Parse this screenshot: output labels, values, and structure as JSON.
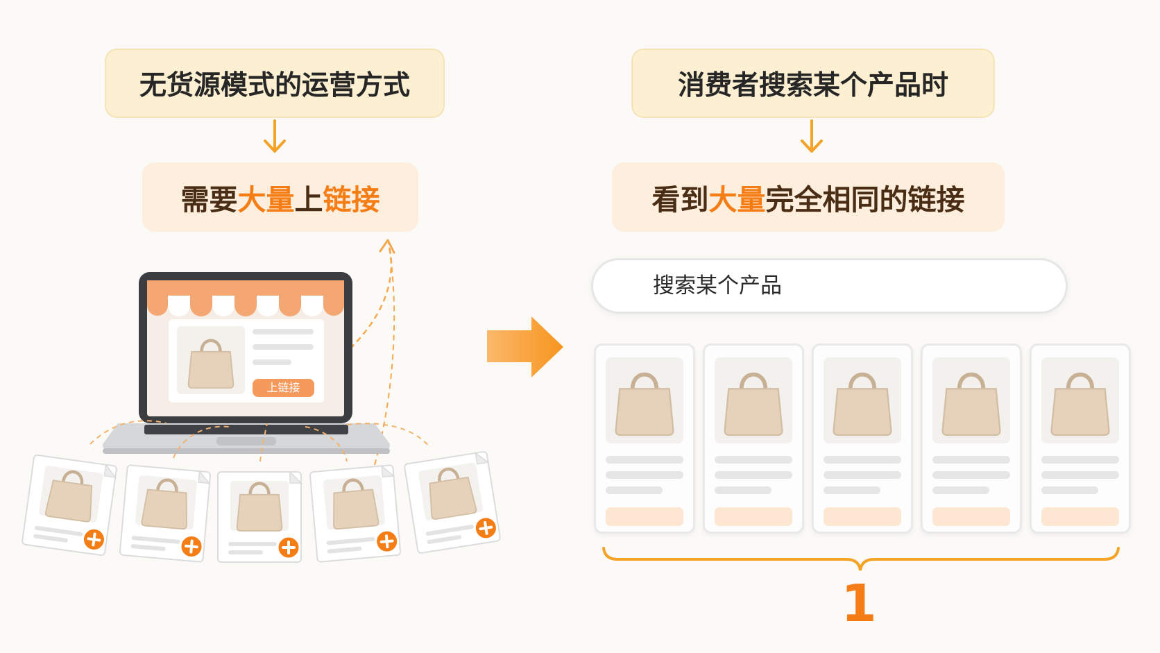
{
  "left": {
    "title": "无货源模式的运营方式",
    "subtitle_parts": [
      "需要",
      "大量",
      "上",
      "链接"
    ],
    "laptop_button": "上链接"
  },
  "right": {
    "title": "消费者搜索某个产品时",
    "subtitle_parts": [
      "看到",
      "大量",
      "完全相同的链接"
    ],
    "search_text": "搜索某个产品",
    "count": "1"
  },
  "colors": {
    "accent": "#f57d16",
    "box_top": "#fdf0d2",
    "box_sub": "#fdeedd",
    "bag": "#e6d2ba"
  },
  "icons": [
    "search-icon",
    "handbag-icon",
    "plus-circle-icon",
    "arrow-right-icon",
    "arrow-down-icon",
    "laptop-icon",
    "awning-icon"
  ]
}
